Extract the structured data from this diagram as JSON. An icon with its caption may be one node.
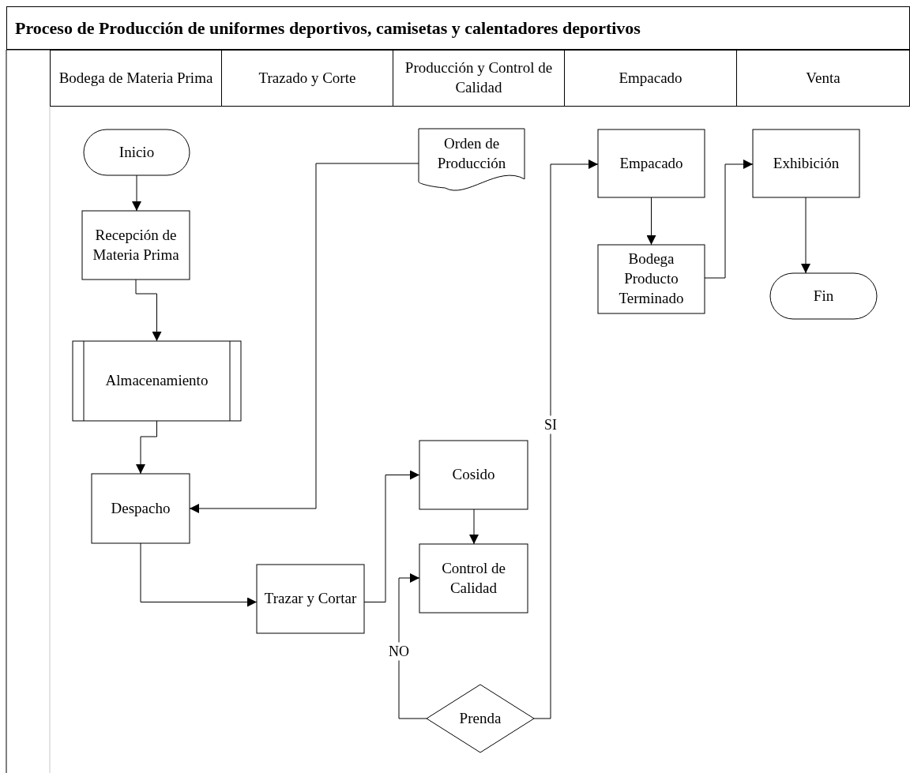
{
  "diagram": {
    "title": "Proceso de Producción de uniformes deportivos, camisetas y calentadores deportivos",
    "nodes": [
      {
        "text": [
          "Bodega de Materia Prima"
        ]
      },
      {
        "text": [
          "Trazado y Corte"
        ]
      },
      {
        "text": [
          "Producción y Control de Calidad"
        ]
      },
      {
        "text": [
          "Empacado"
        ]
      },
      {
        "text": [
          "Venta"
        ]
      },
      {
        "text": [
          "Inicio"
        ]
      },
      {
        "text": [
          "Recepción de Materia Prima"
        ]
      },
      {
        "text": [
          "Almacenamiento"
        ]
      },
      {
        "text": [
          "Despacho"
        ]
      },
      {
        "text": [
          "Orden de Producción"
        ]
      },
      {
        "text": [
          "Trazar y Cortar"
        ]
      },
      {
        "text": [
          "Cosido"
        ]
      },
      {
        "text": [
          "Control de Calidad"
        ]
      },
      {
        "text": [
          "Prenda"
        ]
      },
      {
        "text": [
          "Empacado"
        ]
      },
      {
        "text": [
          "Bodega Producto Terminado"
        ]
      },
      {
        "text": [
          "Exhibición"
        ]
      },
      {
        "text": [
          "Fin"
        ]
      }
    ],
    "edges": [
      {
        "from": 5,
        "to": 6,
        "arrow": "to"
      },
      {
        "from": 6,
        "to": 7,
        "arrow": "to"
      },
      {
        "from": 7,
        "to": 8,
        "arrow": "to"
      },
      {
        "from": 9,
        "to": 8,
        "arrow": "to"
      },
      {
        "from": 8,
        "to": 10,
        "arrow": "to"
      },
      {
        "from": 10,
        "to": 11,
        "arrow": "to"
      },
      {
        "from": 11,
        "to": 12,
        "arrow": "to"
      },
      {
        "from": 13,
        "to": 12,
        "arrow": "to",
        "label": "NO"
      },
      {
        "from": 13,
        "to": 14,
        "arrow": "to",
        "label": "SI"
      },
      {
        "from": 14,
        "to": 15,
        "arrow": "to"
      },
      {
        "from": 15,
        "to": 16,
        "arrow": "to"
      },
      {
        "from": 16,
        "to": 17,
        "arrow": "to"
      }
    ]
  }
}
